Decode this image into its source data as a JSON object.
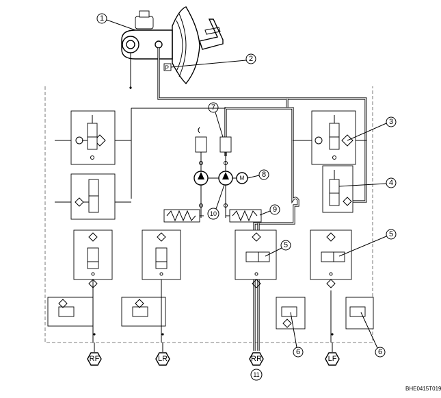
{
  "callouts": [
    "1",
    "2",
    "3",
    "4",
    "5",
    "5",
    "6",
    "6",
    "7",
    "8",
    "9",
    "10",
    "11"
  ],
  "pressure_switch_label": "P",
  "motor_label": "M",
  "wheels": [
    "RF",
    "LR",
    "RR",
    "LF"
  ],
  "figure_code": "BHE0415T019"
}
